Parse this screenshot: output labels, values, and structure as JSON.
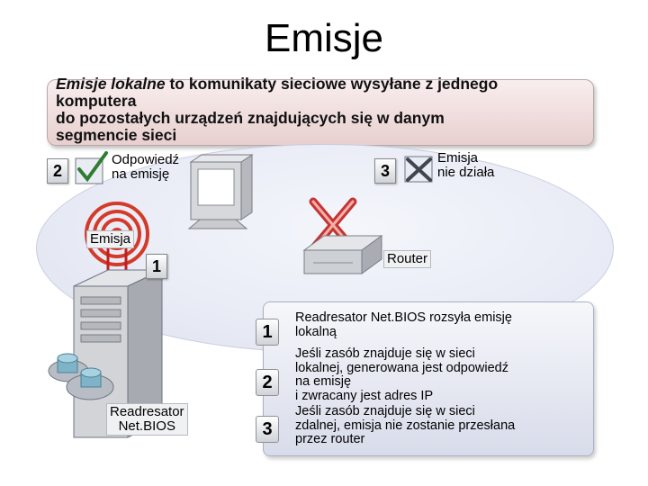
{
  "title": "Emisje",
  "callout": {
    "term": "Emisje lokalne",
    "line1_rest": " to komunikaty sieciowe wysyłane z jednego",
    "line2": "komputera",
    "line3": "do pozostałych urządzeń znajdujących się w danym",
    "line4": "segmencie sieci"
  },
  "diagram": {
    "badge2": "2",
    "response_line1": "Odpowiedź",
    "response_line2": "na emisję",
    "badge3": "3",
    "blocked_line1": "Emisja",
    "blocked_line2": "nie działa",
    "broadcast_label": "Emisja",
    "badge1": "1",
    "router_label": "Router",
    "server_line1": "Readresator",
    "server_line2": "Net.BIOS"
  },
  "steps": [
    {
      "num": "1",
      "line1": "Readresator Net.BIOS rozsyła emisję",
      "line2": "lokalną",
      "line3": ""
    },
    {
      "num": "2",
      "line1": "Jeśli zasób znajduje się w sieci",
      "line2": "lokalnej, generowana jest odpowiedź",
      "line3": "na emisję"
    },
    {
      "num": "",
      "line1": "i zwracany jest adres IP",
      "line2": "",
      "line3": ""
    },
    {
      "num": "3",
      "line1": "Jeśli zasób znajduje się w sieci",
      "line2": "zdalnej, emisja nie zostanie przesłana",
      "line3": "przez router"
    }
  ],
  "colors": {
    "accent_red": "#c0201e",
    "broadcast_ring": "#d43a2a",
    "lan_fill": "#e8ebf5",
    "callout_fill": "#efdcdc",
    "check_green": "#2e7d32"
  }
}
